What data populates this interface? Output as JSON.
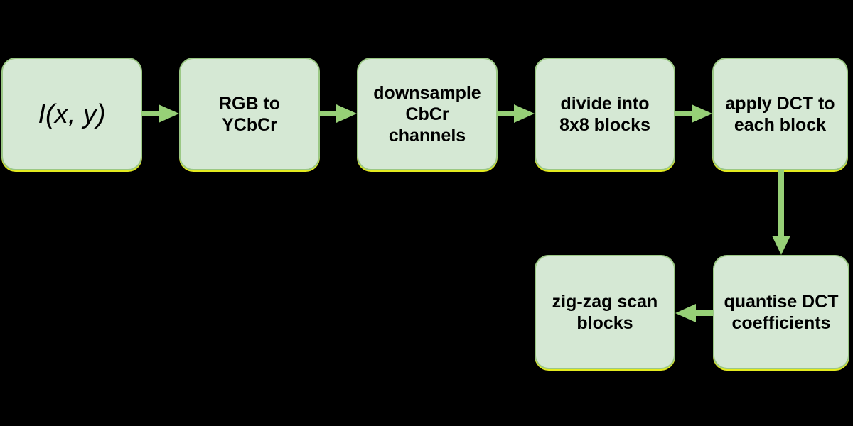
{
  "diagram": {
    "type": "flowchart",
    "nodes": [
      {
        "id": "input",
        "label": "I(x, y)"
      },
      {
        "id": "rgb2ycbcr",
        "label": "RGB to YCbCr"
      },
      {
        "id": "downsample",
        "label": "downsample CbCr channels"
      },
      {
        "id": "divide8x8",
        "label": "divide into 8x8 blocks"
      },
      {
        "id": "applydct",
        "label": "apply DCT to each block"
      },
      {
        "id": "quantise",
        "label": "quantise DCT coefficients"
      },
      {
        "id": "zigzag",
        "label": "zig-zag scan blocks"
      }
    ],
    "edges": [
      {
        "from": "input",
        "to": "rgb2ycbcr",
        "direction": "right"
      },
      {
        "from": "rgb2ycbcr",
        "to": "downsample",
        "direction": "right"
      },
      {
        "from": "downsample",
        "to": "divide8x8",
        "direction": "right"
      },
      {
        "from": "divide8x8",
        "to": "applydct",
        "direction": "right"
      },
      {
        "from": "applydct",
        "to": "quantise",
        "direction": "down"
      },
      {
        "from": "quantise",
        "to": "zigzag",
        "direction": "left"
      }
    ],
    "colors": {
      "background": "#000000",
      "box_fill": "#d5e8d4",
      "box_stroke": "#9bc885",
      "bottom_fringe": "#e3ea1f",
      "arrow": "#97d077",
      "text": "#000000"
    }
  }
}
